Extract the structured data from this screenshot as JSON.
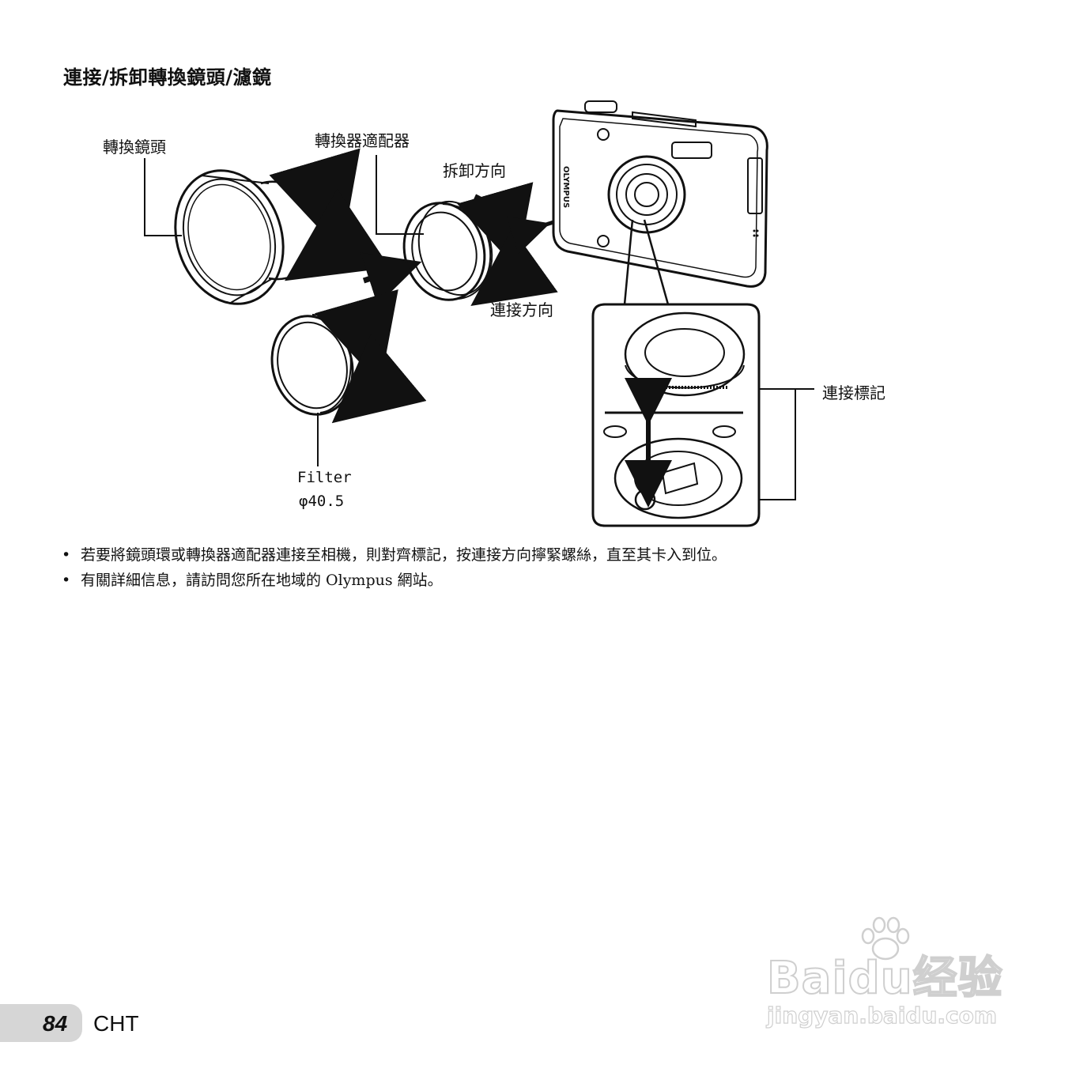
{
  "heading": "連接/拆卸轉換鏡頭/濾鏡",
  "labels": {
    "conversion_lens": "轉換鏡頭",
    "converter_adapter": "轉換器適配器",
    "remove_direction": "拆卸方向",
    "attach_direction": "連接方向",
    "attach_mark": "連接標記",
    "filter": "Filter",
    "filter_size": "φ40.5"
  },
  "bullets": [
    "若要將鏡頭環或轉換器適配器連接至相機，則對齊標記，按連接方向擰緊螺絲，直至其卡入到位。",
    "有關詳細信息，請訪問您所在地域的 Olympus 網站。"
  ],
  "footer": {
    "page_number": "84",
    "language": "CHT"
  },
  "watermark": {
    "main": "Baidu经验",
    "sub": "jingyan.baidu.com"
  },
  "camera_brand_text": "OLYMPUS"
}
